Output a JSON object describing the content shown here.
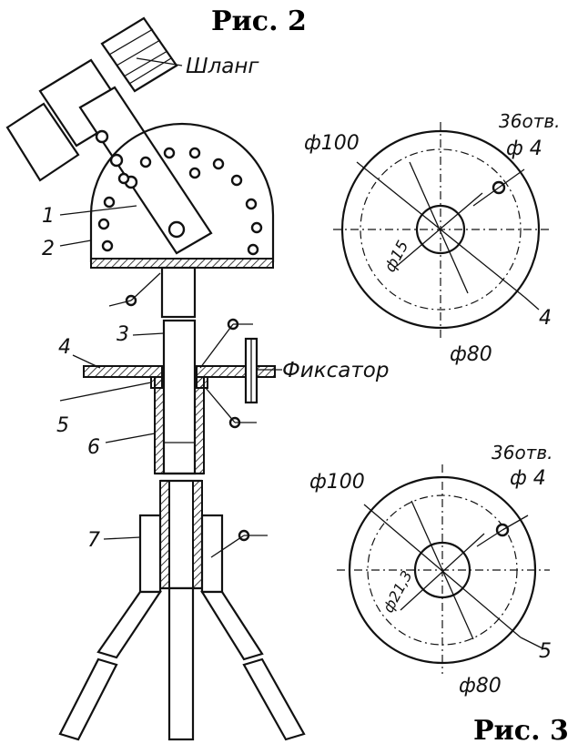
{
  "figures": {
    "fig2_title": "Рис. 2",
    "fig3_title": "Рис. 3"
  },
  "labels": {
    "hose": "Шланг",
    "lock": "Фиксатор",
    "part1": "1",
    "part2": "2",
    "part3": "3",
    "part4": "4",
    "part5": "5",
    "part6": "6",
    "part7": "7"
  },
  "disk_top": {
    "outer_dia": "ф100",
    "pitch_dia": "ф80",
    "inner_dia": "ф15",
    "holes_count": "36отв.",
    "hole_dia": "ф 4",
    "part_no": "4"
  },
  "disk_bottom": {
    "outer_dia": "ф100",
    "pitch_dia": "ф80",
    "inner_dia": "ф21,3",
    "holes_count": "36отв.",
    "hole_dia": "ф 4",
    "part_no": "5"
  }
}
